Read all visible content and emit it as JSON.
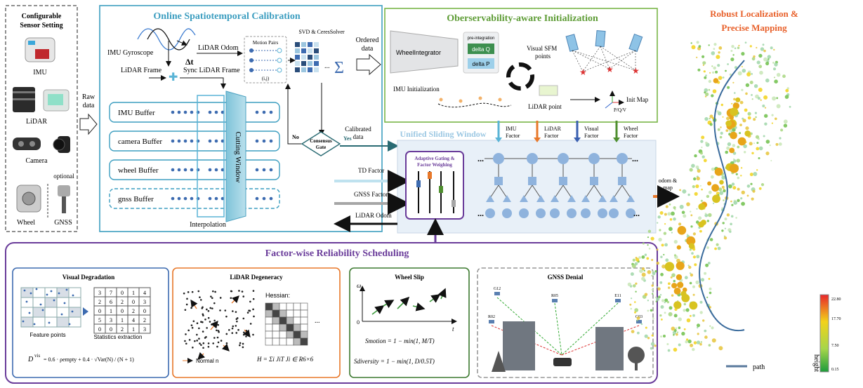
{
  "sensors": {
    "title_line1": "Configurable",
    "title_line2": "Sensor Setting",
    "imu": "IMU",
    "lidar": "LiDAR",
    "camera": "Camera",
    "optional": "optional",
    "wheel": "Wheel",
    "gnss": "GNSS",
    "raw_data_line1": "Raw",
    "raw_data_line2": "data"
  },
  "calibration": {
    "title": "Online Spatiotemporal Calibration",
    "imu_gyroscope": "IMU Gyroscope",
    "lidar_odom": "LiDAR Odom",
    "lidar_frame": "LiDAR Frame",
    "sync_lidar_frame": "Sync LiDAR Frame",
    "delta_t": "Δt",
    "motion_pairs": "Motion Pairs",
    "ij": "(i,j)",
    "svd": "SVD & CeresSolver",
    "ellipsis": "...",
    "sigma": "Σ",
    "buffers": [
      "IMU Buffer",
      "camera Buffer",
      "wheel Buffer",
      "gnss Buffer"
    ],
    "cutting_window": "Cutting Window",
    "interpolation": "Interpolation",
    "no": "No",
    "yes": "Yes",
    "gate_line1": "Consensus",
    "gate_line2": "Gate"
  },
  "initialization": {
    "title": "Oberservability-aware Initialization",
    "ordered_line1": "Ordered",
    "ordered_line2": "data",
    "wheel_integrator": "WheelIntegrator",
    "pre_integration": "pre-integration",
    "delta_q": "delta Q",
    "delta_p": "delta P",
    "visual_sfm_line1": "Visual SFM",
    "visual_sfm_line2": "points",
    "imu_init": "IMU Initialization",
    "lidar_point": "LiDAR point",
    "init_map": "Init Map",
    "pqv": "P/Q/V"
  },
  "sliding": {
    "title": "Unified Sliding Window",
    "calibrated_line1": "Calibrated",
    "calibrated_line2": "data",
    "td_factor": "TD Factor",
    "gnss_factor": "GNSS Factor",
    "lidar_odom": "LiDAR Odom",
    "gating_line1": "Adaptive Gating &",
    "gating_line2": "Factor Weighing",
    "factors": [
      {
        "line1": "IMU",
        "line2": "Factor",
        "color": "#5ab4d6"
      },
      {
        "line1": "LiDAR",
        "line2": "Factor",
        "color": "#e8782a"
      },
      {
        "line1": "Visual",
        "line2": "Factor",
        "color": "#3a5fb0"
      },
      {
        "line1": "Wheel",
        "line2": "Factor",
        "color": "#4f8f2f"
      }
    ],
    "dots": "...",
    "odom_line1": "odom &",
    "odom_line2": "map"
  },
  "reliability": {
    "title": "Factor-wise Reliability Scheduling",
    "visual": {
      "title": "Visual Degradation",
      "feature_points": "Feature points",
      "statistics": "Statistics extraction",
      "grid": [
        [
          3,
          7,
          0,
          1,
          4
        ],
        [
          2,
          6,
          2,
          0,
          3
        ],
        [
          0,
          1,
          0,
          2,
          0
        ],
        [
          5,
          3,
          1,
          4,
          2
        ],
        [
          0,
          0,
          2,
          1,
          3
        ]
      ],
      "formula_lhs": "D",
      "formula_sup": "vis",
      "formula_rhs": "= 0.6 · ρempty + 0.4 · √Var(N) / (N + 1)"
    },
    "lidar": {
      "title": "LiDAR Degeneracy",
      "hessian": "Hessian:",
      "normal": "Normal n",
      "formula": "H = Σi JiT Ji ∈ R6×6"
    },
    "wheel": {
      "title": "Wheel Slip",
      "omega": "ω",
      "zero": "0",
      "t": "t",
      "smotion": "Smotion = 1 − min(1, M/T)",
      "sdiversity": "Sdiversity = 1 − min(1, D/0.5T)"
    },
    "gnss": {
      "title": "GNSS Denial",
      "sats": [
        "G12",
        "R05",
        "E11",
        "R02",
        "G03"
      ]
    }
  },
  "map": {
    "title_line1": "Robust Localization &",
    "title_line2": "Precise Mapping",
    "path": "path",
    "height": "height",
    "scale": [
      "22.80",
      "17.70",
      "7.50",
      "0.15"
    ]
  }
}
